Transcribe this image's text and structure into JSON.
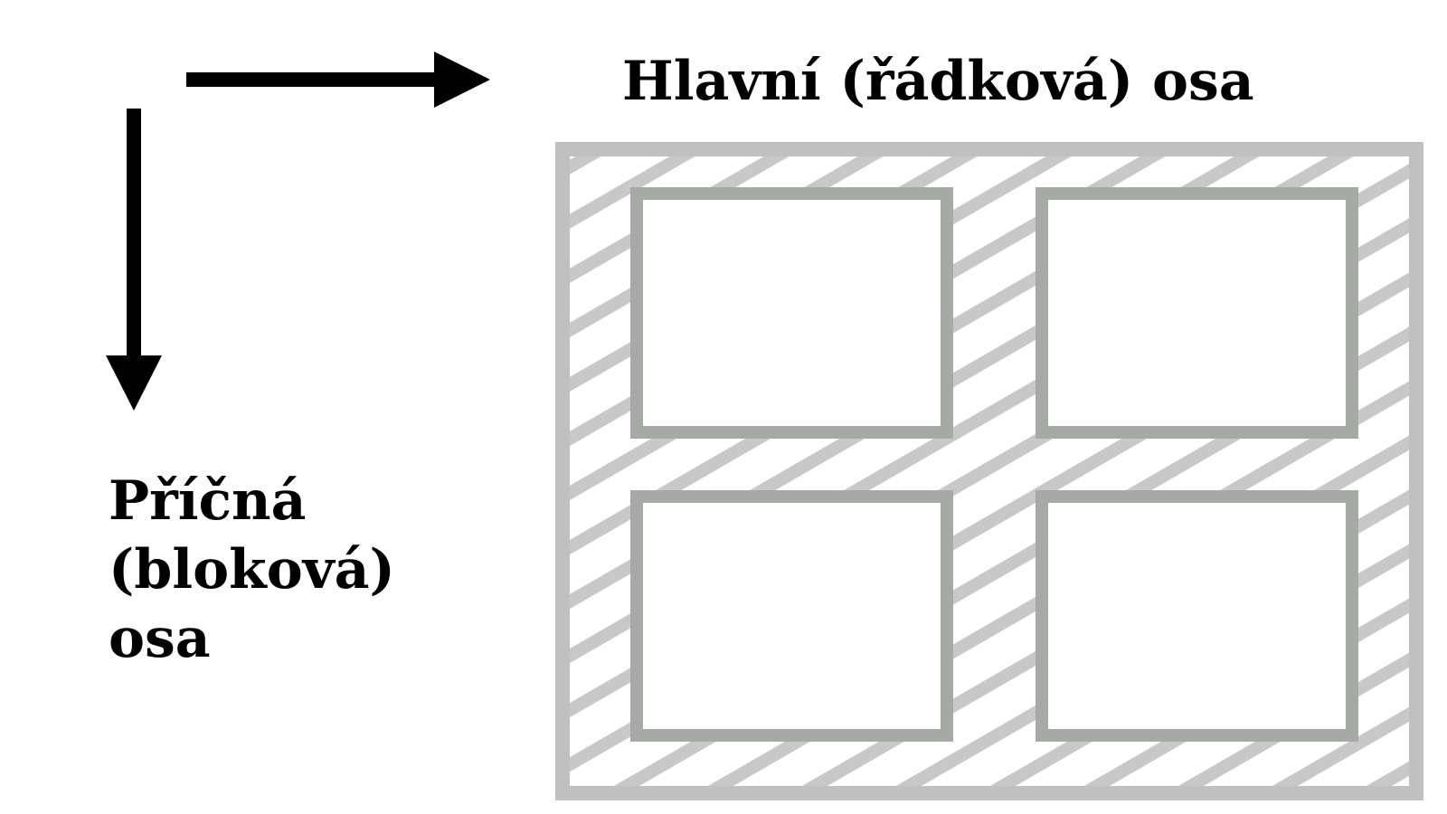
{
  "labels": {
    "main_axis": "Hlavní (řádková) osa",
    "cross_axis_lines": [
      "Příčná",
      "(bloková)",
      "osa"
    ]
  },
  "grid": {
    "rows": 2,
    "columns": 2,
    "items": [
      {
        "row": 1,
        "column": 1
      },
      {
        "row": 1,
        "column": 2
      },
      {
        "row": 2,
        "column": 1
      },
      {
        "row": 2,
        "column": 2
      }
    ]
  },
  "colors": {
    "arrow": "#000000",
    "container_border": "#c0c0c0",
    "hatch": "#c8c8c8",
    "item_border": "#a5aaa5",
    "item_fill": "#ffffff",
    "background": "#ffffff"
  }
}
